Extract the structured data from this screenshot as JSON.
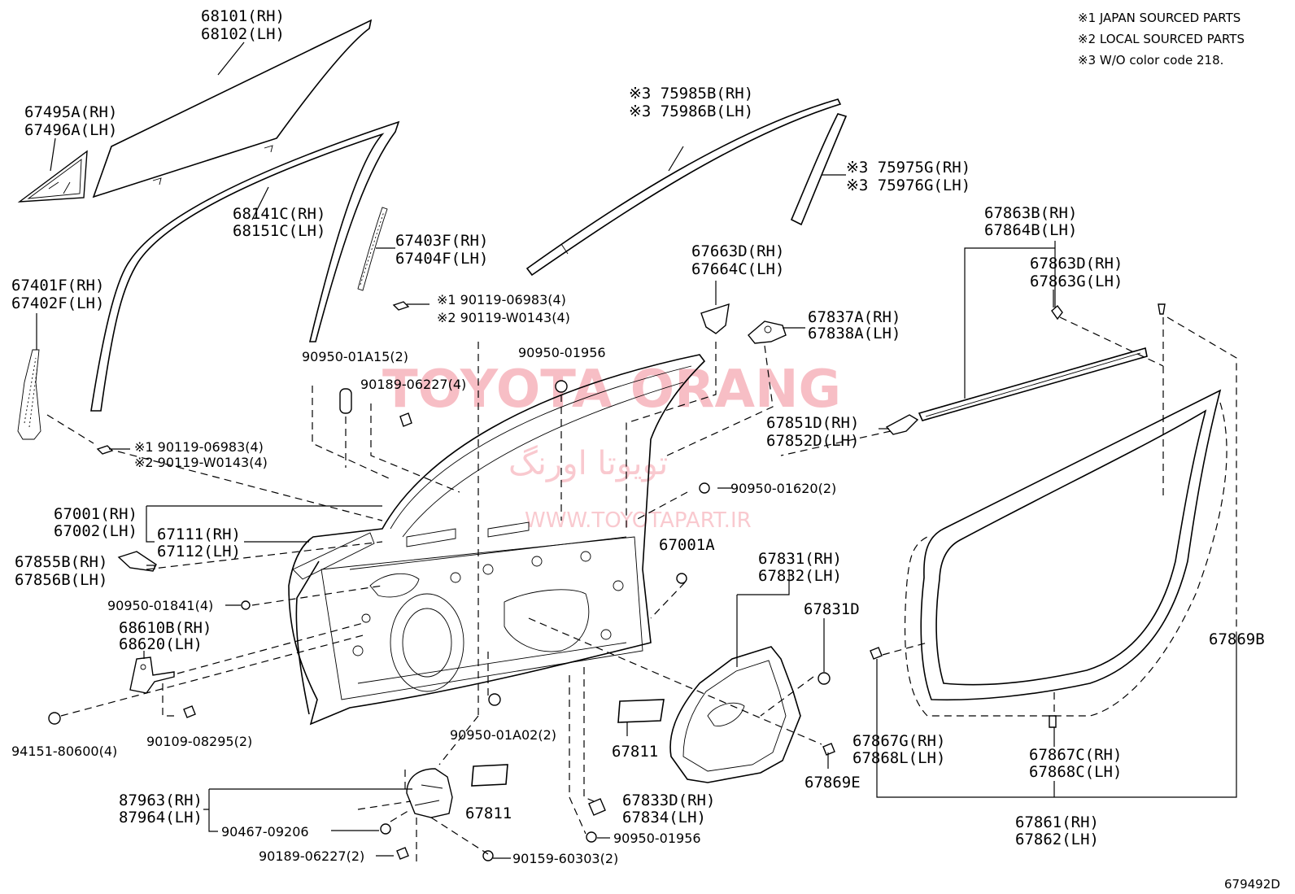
{
  "notes": [
    "※1 JAPAN SOURCED PARTS",
    "※2 LOCAL SOURCED PARTS",
    "※3 W/O color code 218."
  ],
  "diagram_code": "679492D",
  "watermark": {
    "brand": "TOYOTA ORANG",
    "persian": "تویوتا اورنگ",
    "url": "WWW.TOYOTAPART.IR"
  },
  "labels": {
    "p68101": [
      "68101(RH)",
      "68102(LH)"
    ],
    "p67495": [
      "67495A(RH)",
      "67496A(LH)"
    ],
    "p68141": [
      "68141C(RH)",
      "68151C(LH)"
    ],
    "p67403": [
      "67403F(RH)",
      "67404F(LH)"
    ],
    "p67401": [
      "67401F(RH)",
      "67402F(LH)"
    ],
    "bolt_top": [
      "※1 90119-06983(4)",
      "※2 90119-W0143(4)"
    ],
    "bolt_left": [
      "※1 90119-06983(4)",
      "※2 90119-W0143(4)"
    ],
    "p75985": [
      "※3 75985B(RH)",
      "※3 75986B(LH)"
    ],
    "p75975": [
      "※3 75975G(RH)",
      "※3 75976G(LH)"
    ],
    "p67663": [
      "67663D(RH)",
      "67664C(LH)"
    ],
    "p67837": [
      "67837A(RH)",
      "67838A(LH)"
    ],
    "p67863b": [
      "67863B(RH)",
      "67864B(LH)"
    ],
    "p67863d": [
      "67863D(RH)",
      "67863G(LH)"
    ],
    "p90950_01a15": "90950-01A15(2)",
    "p90950_01956_top": "90950-01956",
    "p90189_4": "90189-06227(4)",
    "p67851": [
      "67851D(RH)",
      "67852D(LH)"
    ],
    "p90950_01620": "90950-01620(2)",
    "p67001": [
      "67001(RH)",
      "67002(LH)"
    ],
    "p67111": [
      "67111(RH)",
      "67112(LH)"
    ],
    "p67001a": "67001A",
    "p67855": [
      "67855B(RH)",
      "67856B(LH)"
    ],
    "p90950_01841": "90950-01841(4)",
    "p67831": [
      "67831(RH)",
      "67832(LH)"
    ],
    "p67831d": "67831D",
    "p68610": [
      "68610B(RH)",
      "68620(LH)"
    ],
    "p67869b": "67869B",
    "p94151": "94151-80600(4)",
    "p90109": "90109-08295(2)",
    "p90950_01a02": "90950-01A02(2)",
    "p67811_a": "67811",
    "p67811_b": "67811",
    "p67867g": [
      "67867G(RH)",
      "67868L(LH)"
    ],
    "p67867c": [
      "67867C(RH)",
      "67868C(LH)"
    ],
    "p67869e": "67869E",
    "p87963": [
      "87963(RH)",
      "87964(LH)"
    ],
    "p90467": "90467-09206",
    "p67833": [
      "67833D(RH)",
      "67834(LH)"
    ],
    "p90950_01956_bot": "90950-01956",
    "p67861": [
      "67861(RH)",
      "67862(LH)"
    ],
    "p90189_2": "90189-06227(2)",
    "p90159": "90159-60303(2)"
  }
}
